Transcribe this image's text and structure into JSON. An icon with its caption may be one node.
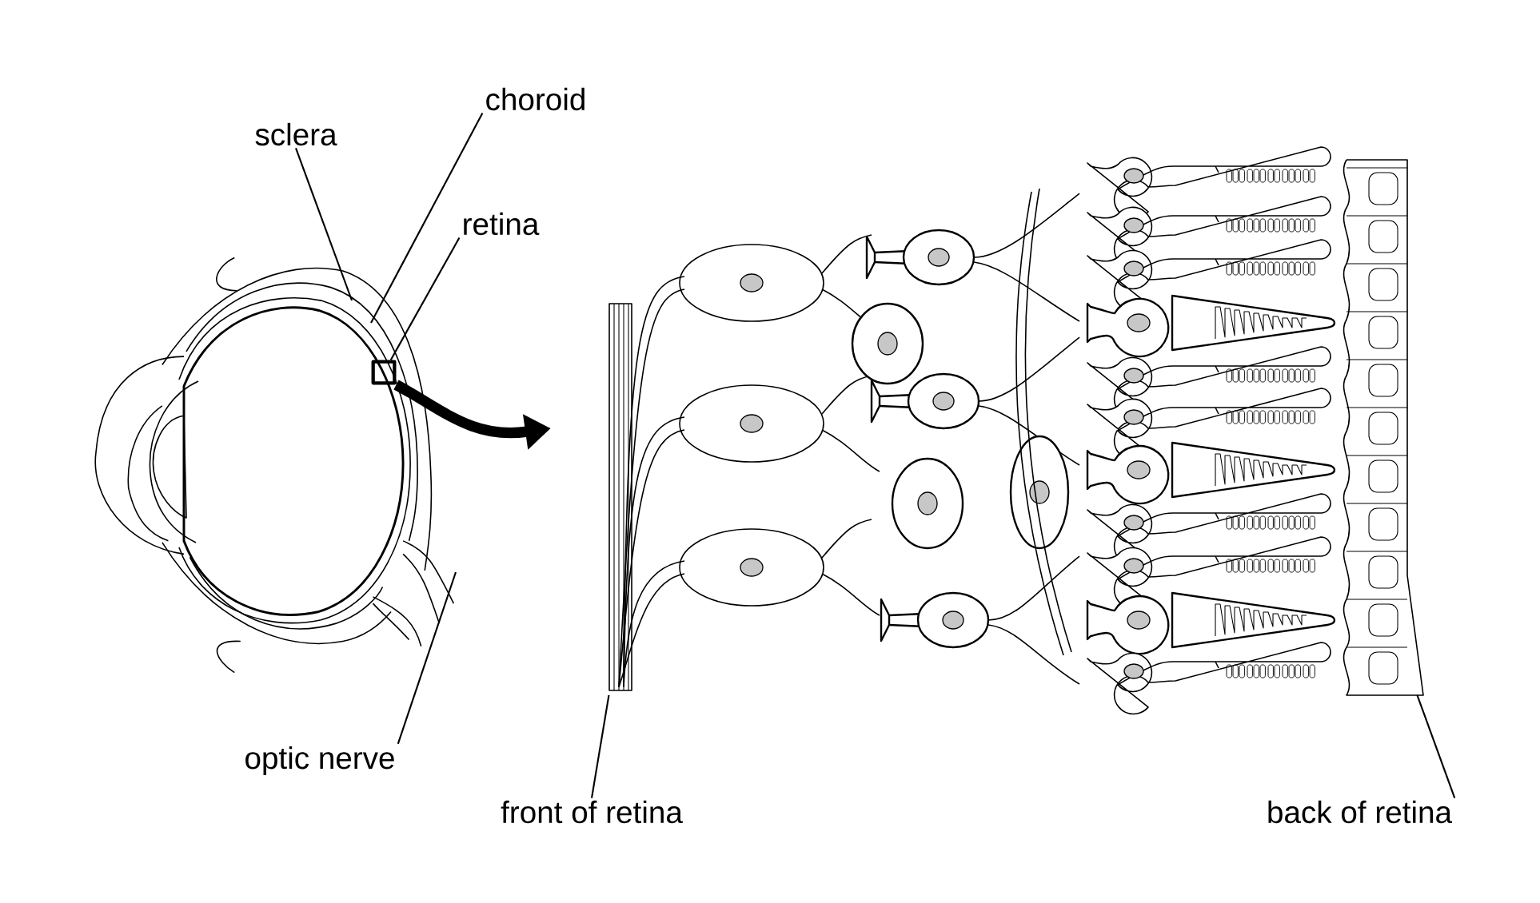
{
  "diagram": {
    "nodes": [
      {
        "text": [
          "sclera"
        ]
      },
      {
        "text": [
          "choroid"
        ]
      },
      {
        "text": [
          "retina"
        ]
      },
      {
        "text": [
          "optic nerve"
        ]
      },
      {
        "text": [
          "front of retina"
        ]
      },
      {
        "text": [
          "back of retina"
        ]
      },
      {
        "text": [],
        "shape": "picture"
      },
      {
        "text": [],
        "shape": "box",
        "in": 6
      },
      {
        "text": [],
        "shape": "picture"
      }
    ],
    "edges": [
      {
        "from": 0,
        "to": 6,
        "arrow": "none"
      },
      {
        "from": 1,
        "to": 6,
        "arrow": "none"
      },
      {
        "from": 2,
        "to": 7,
        "arrow": "none"
      },
      {
        "from": 3,
        "to": 6,
        "arrow": "none"
      },
      {
        "from": 4,
        "to": 8,
        "arrow": "none"
      },
      {
        "from": 5,
        "to": 8,
        "arrow": "none"
      },
      {
        "from": 7,
        "to": 8,
        "arrow": "to",
        "style": "thick"
      }
    ]
  }
}
